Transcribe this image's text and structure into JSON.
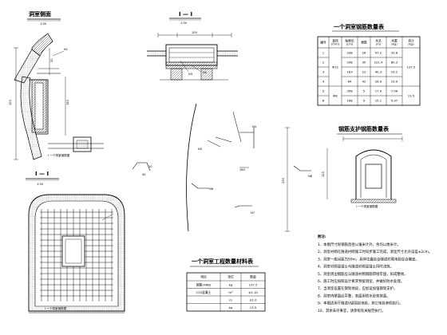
{
  "sheet": {
    "title_elevation": "洞室侧面",
    "scale_elevation": "1:50",
    "title_section_top": "I — I",
    "scale_section_top": "1:50",
    "title_section_bottom": "I — I",
    "scale_section_bottom": "1:50",
    "title_rebar_table": "一个洞室钢筋数量表",
    "title_support_detail": "钢筋支护钢筋数量表",
    "title_quantity_table": "一个洞室工程数量材料表",
    "elevation_caption": "I 一个洞室钢筋图",
    "plan_caption": "I 一个洞室钢筋图",
    "dim_labels": [
      "100",
      "150",
      "20",
      "10",
      "40",
      "100",
      "160",
      "200",
      "230",
      "120",
      "150"
    ],
    "callouts": [
      "N1",
      "N2",
      "N3",
      "N4",
      "N5",
      "N6",
      "N7",
      "N8"
    ]
  },
  "rebar_table": {
    "headers": [
      "编号",
      "直径\n(mm)",
      "每根长\n(cm)",
      "根数",
      "共长\n(m)",
      "共重\n(kg)",
      "合计\n(kg)"
    ],
    "rows": [
      [
        "1",
        "",
        "338",
        "26",
        "97.2",
        "33.8",
        ""
      ],
      [
        "2",
        "Φ12",
        "338",
        "30",
        "101.4",
        "80.3",
        ""
      ],
      [
        "3",
        "",
        "183",
        "22",
        "40.3",
        "29.2",
        "137.5"
      ],
      [
        "4",
        "",
        "64",
        "42",
        "26.9",
        "23.9",
        ""
      ],
      [
        "5",
        "Φ8",
        "358",
        "5",
        "17.9",
        "7.06",
        "13.5"
      ],
      [
        "6",
        "",
        "168",
        "9",
        "15.1",
        "5.97",
        ""
      ]
    ]
  },
  "quantity_table": {
    "headers": [
      "项目",
      "单位",
      "数量"
    ],
    "rows": [
      [
        "钢筋(HRB)",
        "kg",
        "137.5"
      ],
      [
        "C25混凝土",
        "m³",
        "≤1.10"
      ],
      [
        "",
        "m",
        "≤1.0"
      ],
      [
        "",
        "kg",
        "13.5"
      ]
    ]
  },
  "notes": {
    "heading": "附注:",
    "items": [
      "1、本图尺寸除钢筋直径以毫米计外，余均以厘米计。",
      "2、洞室衬砌在隧道衬砌施工时同步施工完成，洞室尺寸允许误差±2cm。",
      "3、洞室一般间距为50m，具体位置结合隧道衬砌地段综合确定。",
      "4、洞室衬砌混凝土与隧道衬砌混凝土同时浇筑。",
      "5、洞室周边钢筋应与隧道衬砌钢筋焊接牢固，形成整体。",
      "6、施工时应按照设计要求预留洞室，并做好防水处理。",
      "7、当洞室设置在钢架地段，应加设加强钢架支护。",
      "8、洞室内壁面应平整，表面用防水砂浆抹面。",
      "9、本图适用于隧道V级围岩地段，其它地段参照执行。",
      "10、其余未尽事宜，请参照有关规范执行。"
    ]
  }
}
